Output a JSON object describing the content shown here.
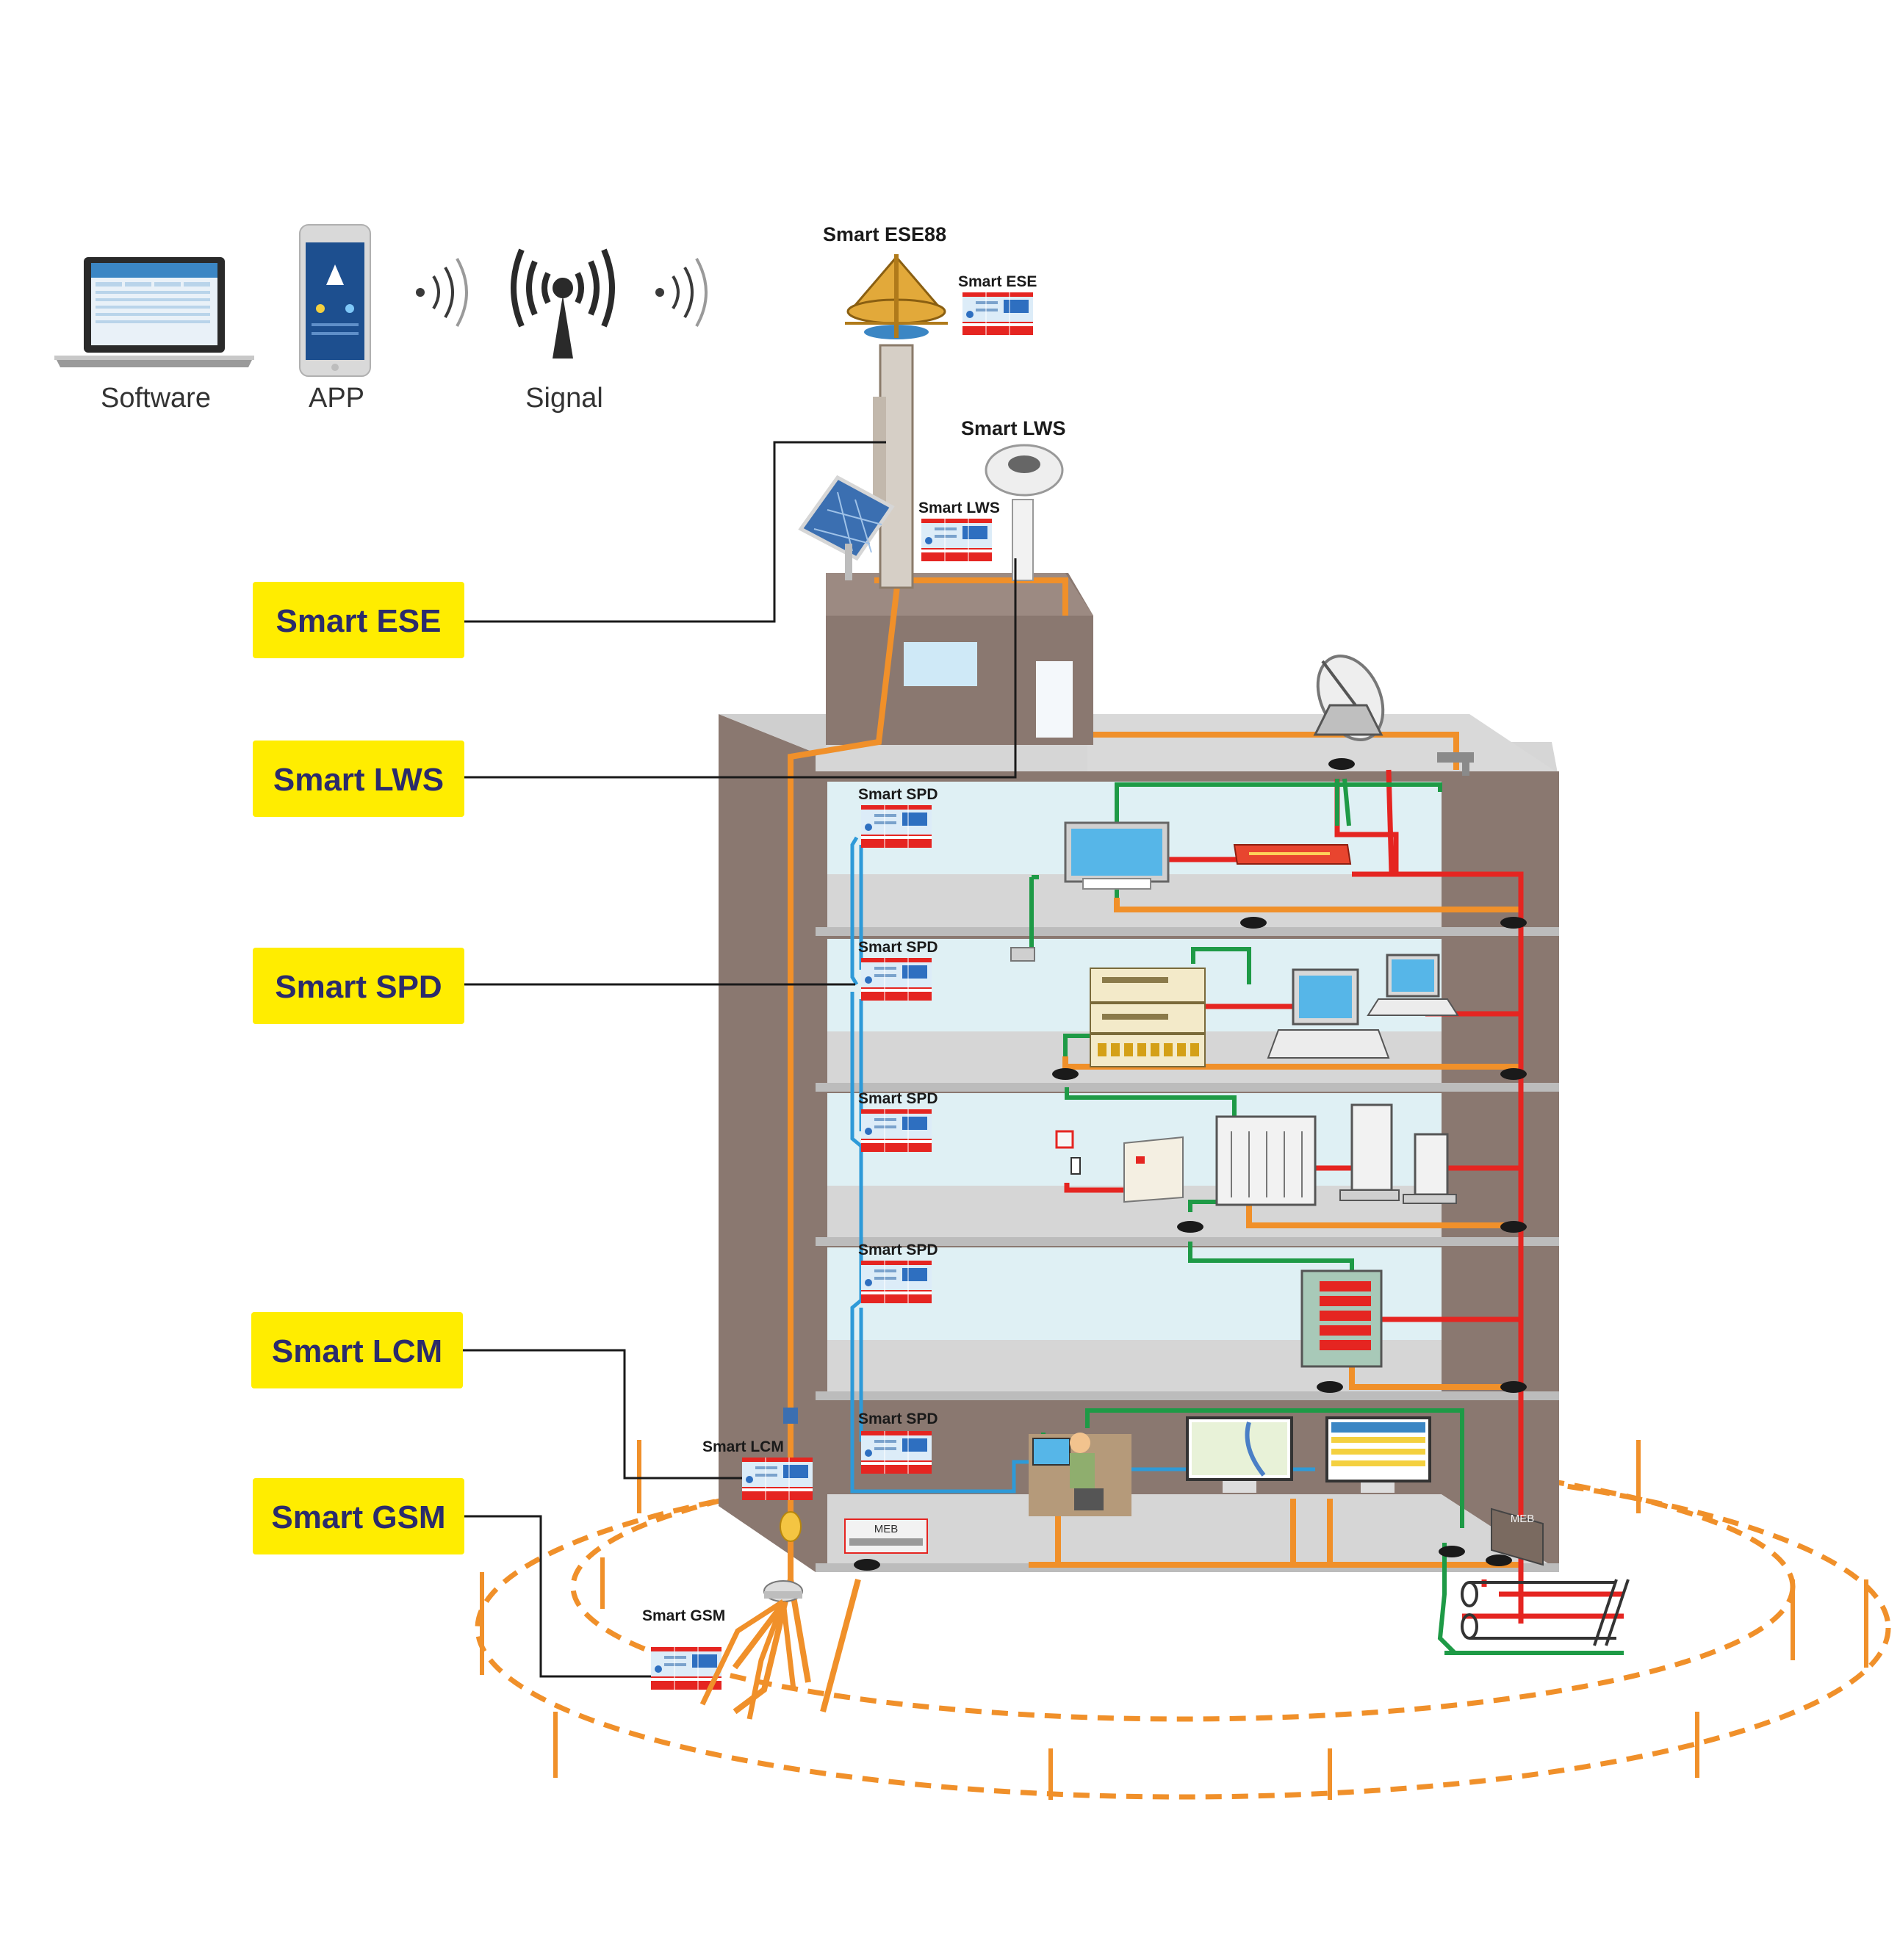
{
  "top_row": {
    "software_label": "Software",
    "app_label": "APP",
    "signal_label": "Signal"
  },
  "callouts": [
    {
      "id": "ese",
      "label": "Smart ESE"
    },
    {
      "id": "lws",
      "label": "Smart LWS"
    },
    {
      "id": "spd",
      "label": "Smart SPD"
    },
    {
      "id": "lcm",
      "label": "Smart LCM"
    },
    {
      "id": "gsm",
      "label": "Smart GSM"
    }
  ],
  "device_labels": {
    "ese88": "Smart  ESE88",
    "ese_small": "Smart ESE",
    "lws_top": "Smart  LWS",
    "lws_small": "Smart LWS",
    "spd_floor": "Smart SPD",
    "lcm_small": "Smart LCM",
    "gsm_small": "Smart GSM",
    "meb_left": "MEB",
    "meb_right": "MEB"
  },
  "colors": {
    "callout_bg": "#ffed00",
    "callout_text": "#2b2b6b",
    "ground_conductor": "#f0902a",
    "power_line": "#e52521",
    "earth_line": "#1e9a46",
    "signal_line": "#2e9ad8",
    "wall": "#8a7870",
    "floor": "#dcdcdc"
  }
}
